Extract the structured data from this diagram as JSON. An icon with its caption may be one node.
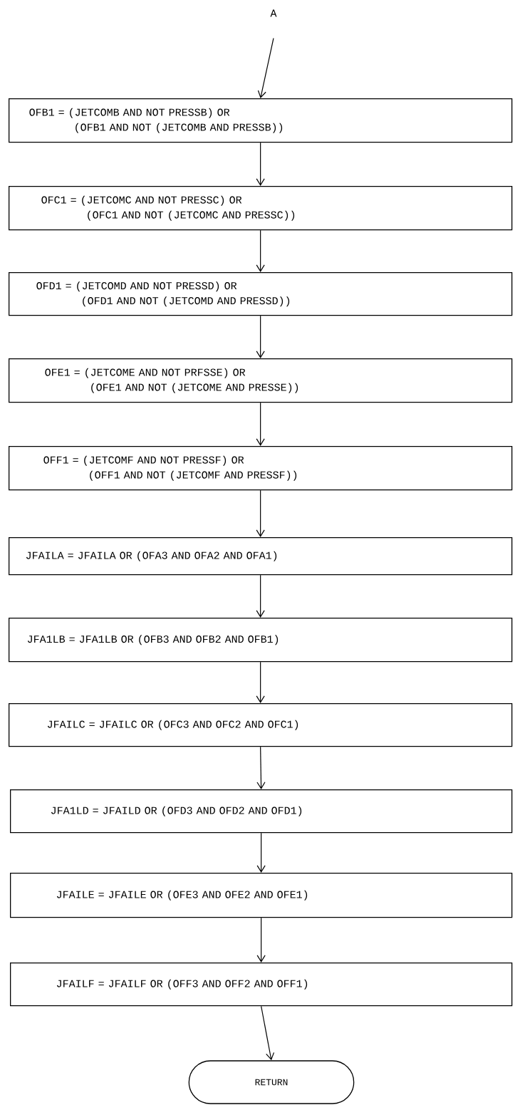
{
  "diagram": {
    "nodes": [
      {
        "text": [
          "A"
        ]
      },
      {
        "text": [
          "OFB1 = (JETCOMB AND NOT PRESSB) OR (OFB1 AND NOT (JETCOMB AND PRESSB))"
        ]
      },
      {
        "text": [
          "OFC1 = (JETCOMC AND NOT PRESSC) OR (OFC1 AND NOT (JETCOMC AND PRESSC))"
        ]
      },
      {
        "text": [
          "OFD1 = (JETCOMD AND NOT PRESSD) OR (OFD1 AND NOT (JETCOMD AND PRESSD))"
        ]
      },
      {
        "text": [
          "OFE1 = (JETCOME AND NOT PRFSSE) OR (OFE1 AND NOT (JETCOME AND PRESSE))"
        ]
      },
      {
        "text": [
          "OFF1 = (JETCOMF AND NOT PRESSF) OR (OFF1 AND NOT (JETCOMF AND PRESSF))"
        ]
      },
      {
        "text": [
          "JFAILA = JFAILA OR (OFA3 AND OFA2 AND OFA1)"
        ]
      },
      {
        "text": [
          "JFA1LB = JFA1LB OR (OFB3 AND OFB2 AND OFB1)"
        ]
      },
      {
        "text": [
          "JFAILC = JFAILC OR (OFC3 AND OFC2 AND OFC1)"
        ]
      },
      {
        "text": [
          "JFA1LD = JFAILD OR (OFD3 AND OFD2 AND OFD1)"
        ]
      },
      {
        "text": [
          "JFAILE = JFAILE OR (OFE3 AND OFE2 AND OFE1)"
        ]
      },
      {
        "text": [
          "JFAILF = JFAILF OR (OFF3 AND OFF2 AND OFF1)"
        ]
      },
      {
        "text": [
          "RETURN"
        ]
      }
    ],
    "edges": [
      {
        "from": 0,
        "to": 1,
        "arrow": "to"
      },
      {
        "from": 1,
        "to": 2,
        "arrow": "to"
      },
      {
        "from": 2,
        "to": 3,
        "arrow": "to"
      },
      {
        "from": 3,
        "to": 4,
        "arrow": "to"
      },
      {
        "from": 4,
        "to": 5,
        "arrow": "to"
      },
      {
        "from": 5,
        "to": 6,
        "arrow": "to"
      },
      {
        "from": 6,
        "to": 7,
        "arrow": "to"
      },
      {
        "from": 7,
        "to": 8,
        "arrow": "to"
      },
      {
        "from": 8,
        "to": 9,
        "arrow": "to"
      },
      {
        "from": 9,
        "to": 10,
        "arrow": "to"
      },
      {
        "from": 10,
        "to": 11,
        "arrow": "to"
      },
      {
        "from": 11,
        "to": 12,
        "arrow": "to"
      }
    ]
  }
}
